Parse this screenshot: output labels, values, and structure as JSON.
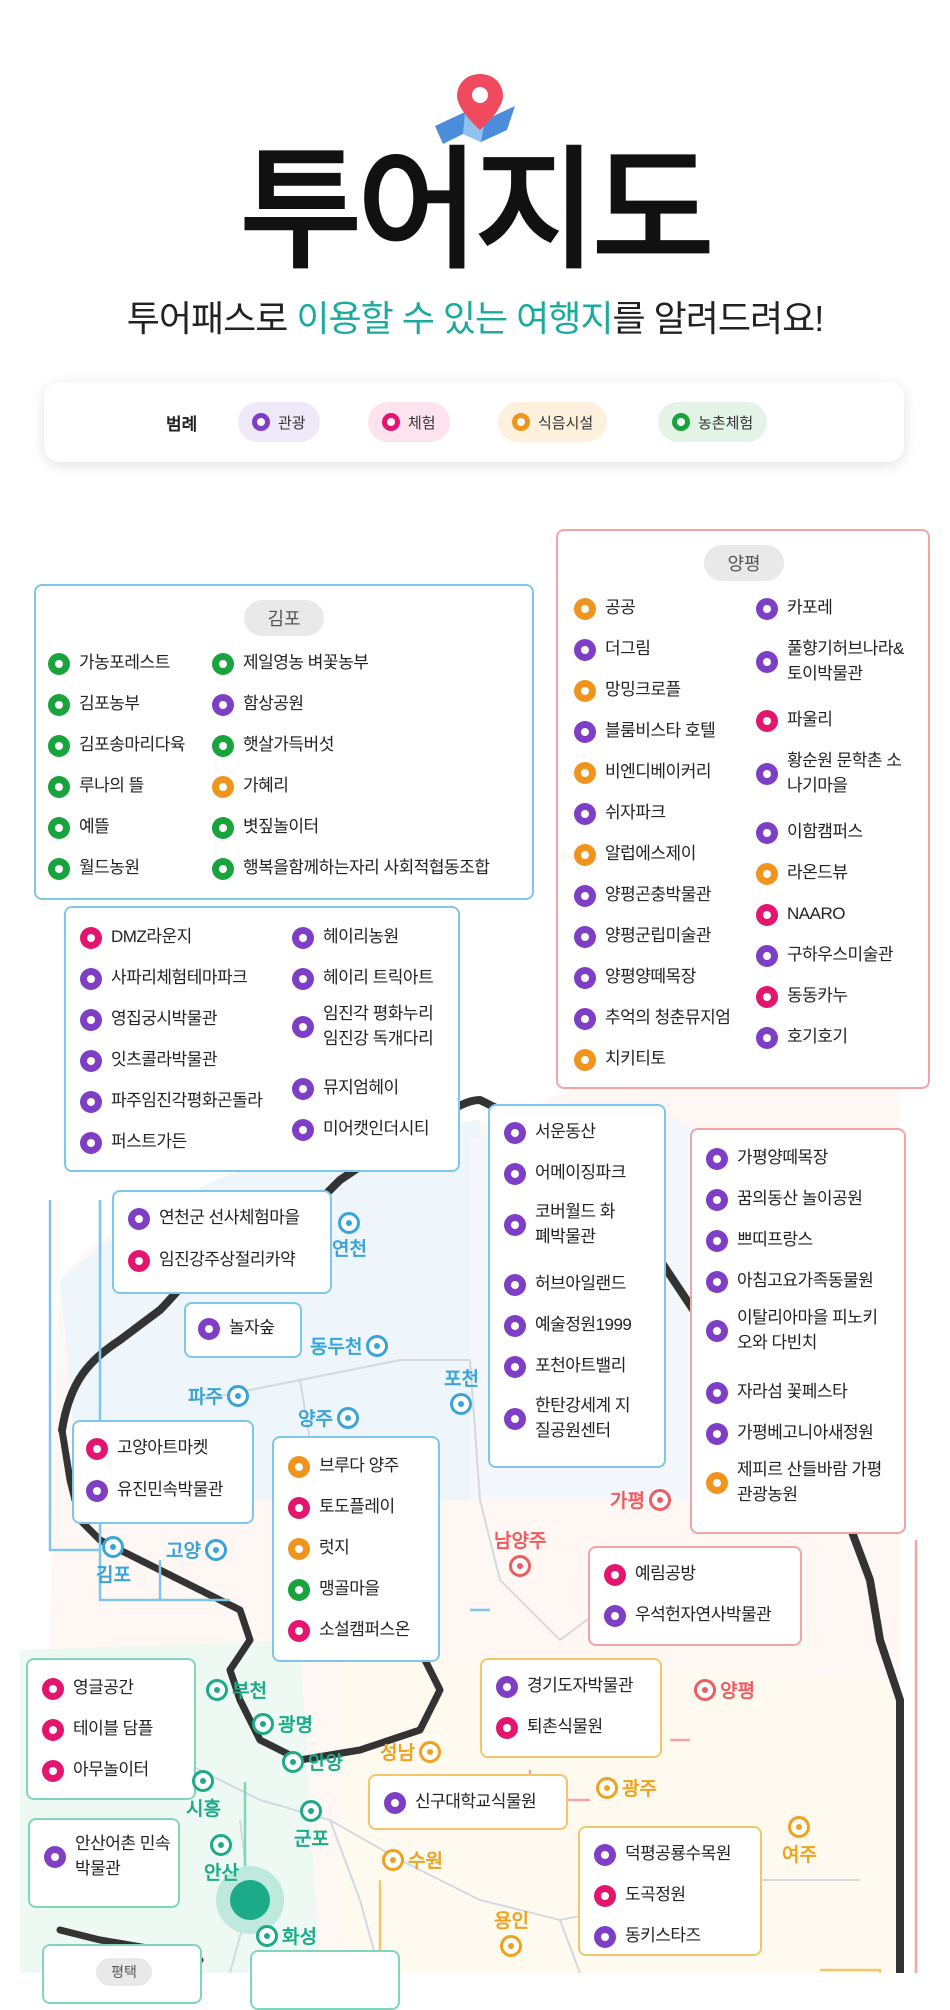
{
  "header": {
    "title": "투어지도",
    "subtitle_pre": "투어패스로 ",
    "subtitle_hl1": "이용할 수 있는 여행지",
    "subtitle_post": "를 알려드려요!"
  },
  "legend": {
    "title": "범례",
    "items": [
      {
        "label": "관광",
        "color": "#7e3fc6"
      },
      {
        "label": "체험",
        "color": "#e4156f"
      },
      {
        "label": "식음시설",
        "color": "#f0941e"
      },
      {
        "label": "농촌체험",
        "color": "#19a33c"
      }
    ]
  },
  "regions": {
    "gimpo": {
      "name": "김포",
      "col1": [
        "가농포레스트",
        "김포농부",
        "김포송마리다육",
        "루나의 뜰",
        "예뜰",
        "월드농원"
      ],
      "col1_types": [
        "green",
        "green",
        "green",
        "green",
        "green",
        "green"
      ],
      "col2": [
        "제일영농 벼꽃농부",
        "함상공원",
        "햇살가득버섯",
        "가혜리",
        "볏짚놀이터",
        "행복을함께하는자리 사회적협동조합"
      ],
      "col2_types": [
        "green",
        "purple",
        "green",
        "orange",
        "green",
        "green"
      ]
    },
    "yangpyeong": {
      "name": "양평",
      "col1": [
        "공공",
        "더그림",
        "망밍크로플",
        "블룸비스타 호텔",
        "비엔디베이커리",
        "쉬자파크",
        "알럽에스제이",
        "양평곤충박물관",
        "양평군립미술관",
        "양평양떼목장",
        "추억의 청춘뮤지엄",
        "치키티토"
      ],
      "col1_types": [
        "orange",
        "purple",
        "orange",
        "purple",
        "orange",
        "purple",
        "orange",
        "purple",
        "purple",
        "purple",
        "purple",
        "orange"
      ],
      "col2": [
        "카포레",
        "풀향기허브나라&토이박물관",
        "파울리",
        "황순원 문학촌 소나기마을",
        "이함캠퍼스",
        "라온드뷰",
        "NAARO",
        "구하우스미술관",
        "동동카누",
        "호기호기"
      ],
      "col2_types": [
        "purple",
        "purple",
        "pink",
        "purple",
        "purple",
        "orange",
        "pink",
        "purple",
        "pink",
        "purple"
      ]
    },
    "paju": {
      "col1": [
        "DMZ라운지",
        "사파리체험테마파크",
        "영집궁시박물관",
        "잇츠콜라박물관",
        "파주임진각평화곤돌라",
        "퍼스트가든"
      ],
      "col1_types": [
        "pink",
        "purple",
        "purple",
        "purple",
        "purple",
        "purple"
      ],
      "col2": [
        "헤이리농원",
        "헤이리 트릭아트",
        "임진각 평화누리 임진강 독개다리",
        "뮤지엄헤이",
        "미어캣인더시티"
      ],
      "col2_types": [
        "purple",
        "purple",
        "purple",
        "purple",
        "purple"
      ]
    },
    "yeoncheon": {
      "items": [
        "연천군 선사체험마을",
        "임진강주상절리카약"
      ],
      "types": [
        "purple",
        "pink"
      ]
    },
    "dongducheon": {
      "items": [
        "놀자숲"
      ],
      "types": [
        "purple"
      ]
    },
    "goyang": {
      "items": [
        "고양아트마켓",
        "유진민속박물관"
      ],
      "types": [
        "pink",
        "purple"
      ]
    },
    "yangju": {
      "items": [
        "브루다 양주",
        "토도플레이",
        "럿지",
        "맹골마을",
        "소설캠퍼스온"
      ],
      "types": [
        "orange",
        "pink",
        "orange",
        "green",
        "pink"
      ]
    },
    "pocheon": {
      "items": [
        "서운동산",
        "어메이징파크",
        "코버월드 화폐박물관",
        "허브아일랜드",
        "예술정원1999",
        "포천아트밸리",
        "한탄강세계 지질공원센터"
      ],
      "types": [
        "purple",
        "purple",
        "purple",
        "purple",
        "purple",
        "purple",
        "purple"
      ]
    },
    "gapyeong": {
      "items": [
        "가평양떼목장",
        "꿈의동산 놀이공원",
        "쁘띠프랑스",
        "아침고요가족동물원",
        "이탈리아마을 피노키오와 다빈치",
        "자라섬 꽃페스타",
        "가평베고니아새정원",
        "제피르 산들바람 가평관광농원"
      ],
      "types": [
        "purple",
        "purple",
        "purple",
        "purple",
        "purple",
        "purple",
        "purple",
        "orange"
      ]
    },
    "namyangju": {
      "items": [
        "예림공방",
        "우석헌자연사박물관"
      ],
      "types": [
        "pink",
        "purple"
      ]
    },
    "bucheon": {
      "items": [
        "영글공간",
        "테이블 담플",
        "아무놀이터"
      ],
      "types": [
        "pink",
        "pink",
        "pink"
      ]
    },
    "ansan": {
      "items": [
        "안산어촌 민속박물관"
      ],
      "types": [
        "purple"
      ]
    },
    "gwangju": {
      "items": [
        "경기도자박물관",
        "퇴촌식물원"
      ],
      "types": [
        "purple",
        "pink"
      ]
    },
    "seongnam": {
      "items": [
        "신구대학교식물원"
      ],
      "types": [
        "purple"
      ]
    },
    "yongin": {
      "items": [
        "덕평공룡수목원",
        "도곡정원",
        "동키스타즈"
      ],
      "types": [
        "purple",
        "pink",
        "purple"
      ]
    }
  },
  "map_labels": {
    "yeoncheon": "연천",
    "dongducheon": "동두천",
    "pocheon": "포천",
    "paju": "파주",
    "yangju": "양주",
    "goyang": "고양",
    "gimpo": "김포",
    "gapyeong": "가평",
    "namyangju": "남양주",
    "yangpyeong": "양평",
    "bucheon": "부천",
    "gwangmyeong": "광명",
    "anyang": "안양",
    "seongnam": "성남",
    "siheung": "시흥",
    "gwangju": "광주",
    "gunpo": "군포",
    "ansan": "안산",
    "suwon": "수원",
    "yeoju": "여주",
    "yongin": "용인",
    "hwaseong": "화성",
    "bottom_partial": "평택"
  }
}
